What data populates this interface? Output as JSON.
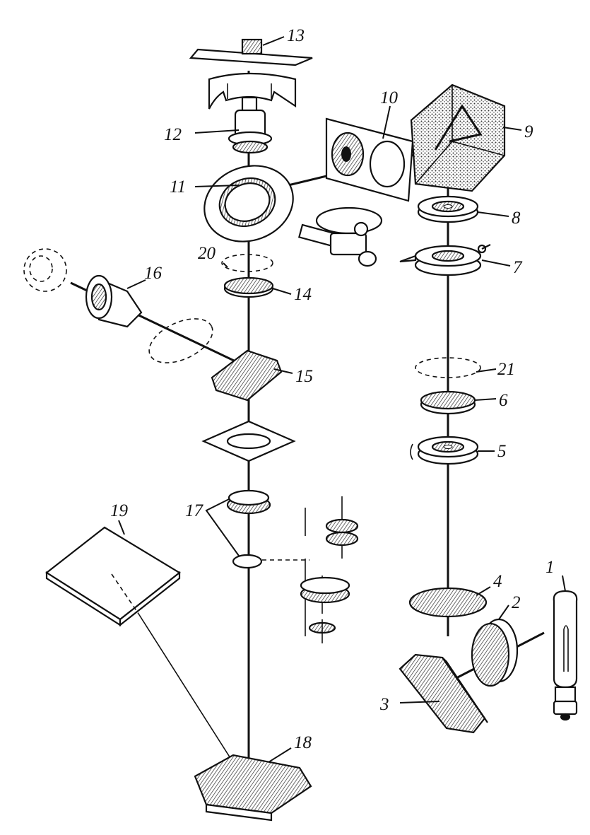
{
  "figure": {
    "page_number": "",
    "callouts": [
      "1",
      "2",
      "3",
      "4",
      "5",
      "6",
      "7",
      "8",
      "9",
      "10",
      "11",
      "12",
      "13",
      "14",
      "15",
      "16",
      "17",
      "18",
      "19",
      "20",
      "21"
    ]
  },
  "colors": {
    "ink": "#111111",
    "hatch": "#8a8a8a",
    "paper": "#ffffff"
  }
}
